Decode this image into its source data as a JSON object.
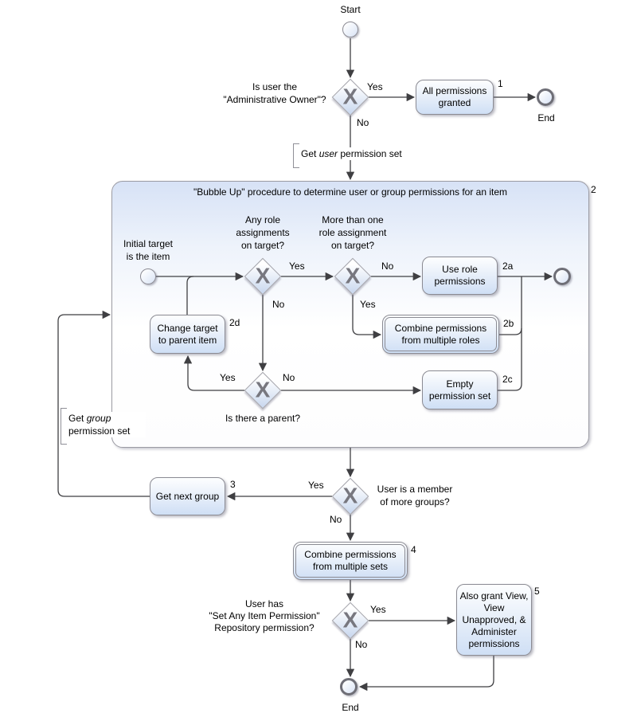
{
  "labels": {
    "start": "Start",
    "end": "End",
    "yes": "Yes",
    "no": "No"
  },
  "container": {
    "title": "\"Bubble Up\" procedure to determine user or group permissions for an item",
    "num": "2"
  },
  "gateways": {
    "admin_owner": {
      "line1": "Is user the",
      "line2": "\"Administrative Owner\"?"
    },
    "any_role": {
      "line1": "Any role",
      "line2": "assignments",
      "line3": "on target?"
    },
    "more_roles": {
      "line1": "More than one",
      "line2": "role assignment",
      "line3": "on target?"
    },
    "has_parent": {
      "label": "Is there a parent?"
    },
    "more_groups": {
      "line1": "User is a member",
      "line2": "of more groups?"
    },
    "set_any_item": {
      "line1": "User has",
      "line2": "\"Set Any Item Permission\"",
      "line3": "Repository permission?"
    }
  },
  "events": {
    "initial_target": {
      "line1": "Initial target",
      "line2": "is the item"
    }
  },
  "tasks": {
    "all_permissions": {
      "label": "All permissions granted",
      "num": "1"
    },
    "use_role": {
      "label": "Use role permissions",
      "num": "2a"
    },
    "combine_roles": {
      "label": "Combine permissions from multiple roles",
      "num": "2b"
    },
    "empty_set": {
      "label": "Empty permission set",
      "num": "2c"
    },
    "change_target": {
      "label": "Change target to parent item",
      "num": "2d"
    },
    "get_next_group": {
      "label": "Get next group",
      "num": "3"
    },
    "combine_sets": {
      "label": "Combine permissions from multiple sets",
      "num": "4"
    },
    "also_grant": {
      "label": "Also grant View, View Unapproved, & Administer permissions",
      "num": "5"
    }
  },
  "annotations": {
    "get_user": {
      "prefix": "Get",
      "italic": "user",
      "suffix": "permission set"
    },
    "get_group": {
      "prefix": "Get",
      "italic": "group",
      "suffix": "permission set"
    }
  },
  "icons": {
    "gateway_x": "X"
  },
  "colors": {
    "node_border": "#8b8b93",
    "node_fill": "#cfdff5",
    "container_fill": "#d7e2f6",
    "connector": "#3f3f42",
    "gateway_x": "#77777f"
  }
}
